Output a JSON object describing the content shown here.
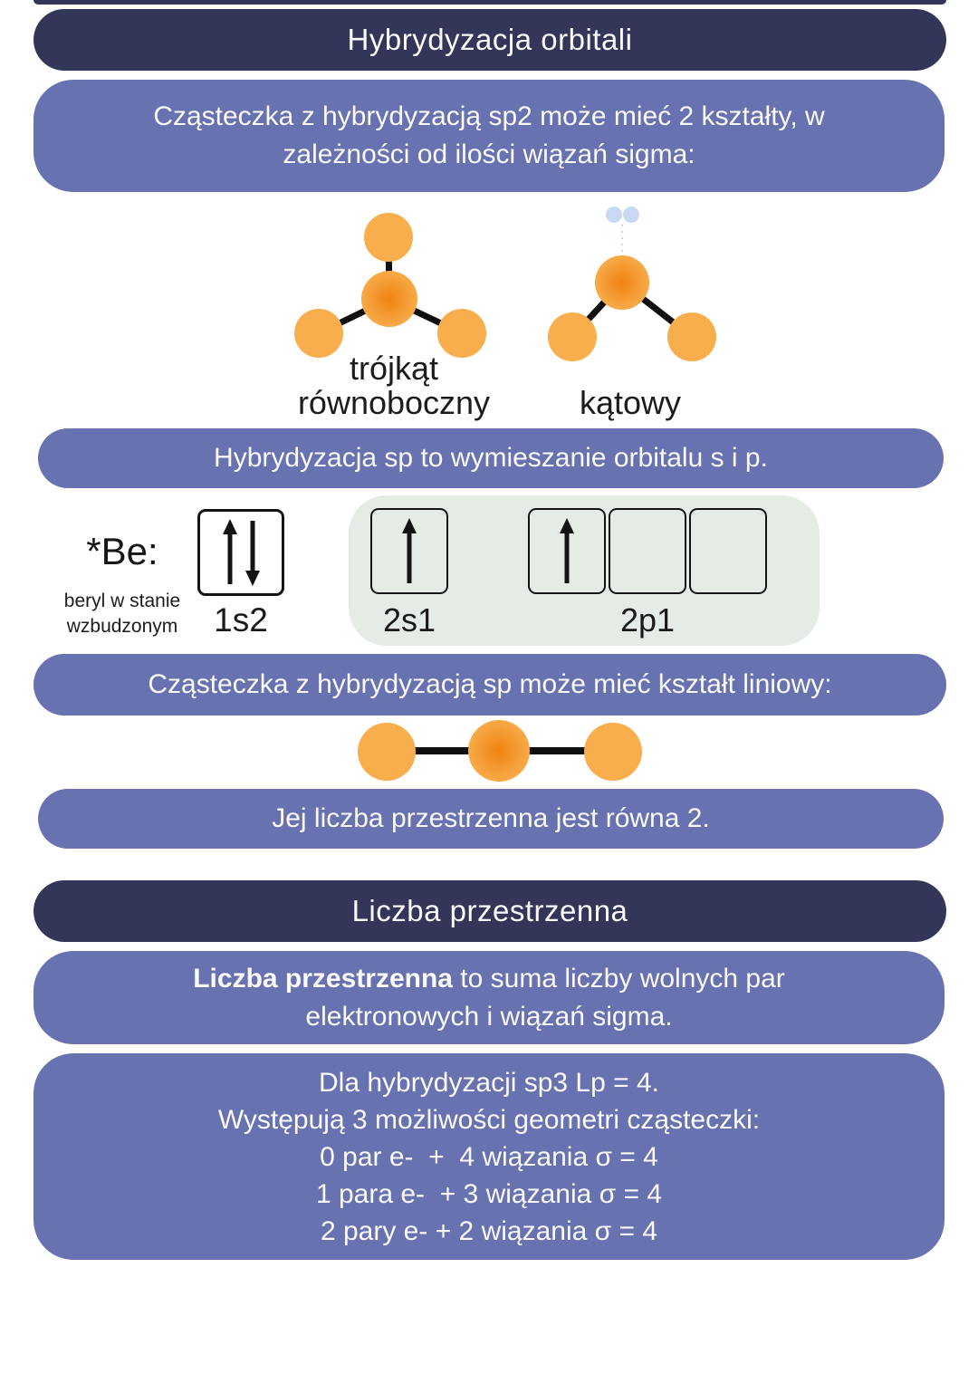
{
  "colors": {
    "dark_navy": "#333659",
    "slate_blue": "#6872b1",
    "orange": "#f9ae4d",
    "orange_core": "#f0830e",
    "lone_pair_blue": "#c9d8f3",
    "pale_green": "#e5ece6",
    "bond_black": "#0f0f0f",
    "text_white": "#fafafa",
    "text_black": "#1c1c1c"
  },
  "hybridization": {
    "title": "Hybrydyzacja orbitali",
    "sp2_note": "Cząsteczka z hybrydyzacją sp2 może mieć 2 kształty, w\nzależności od ilości wiązań sigma:",
    "trigonal_label": "trójkąt\nrównoboczny",
    "bent_label": "kątowy",
    "sp_note": "Hybrydyzacja sp to wymieszanie orbitalu s i p.",
    "orbitals": {
      "element": "*Be:",
      "element_caption": "beryl w stanie\nwzbudzonym",
      "label_1s": "1s2",
      "label_2s": "2s1",
      "label_2p": "2p1"
    },
    "linear_note": "Cząsteczka z hybrydyzacją sp może mieć kształt liniowy:",
    "space_note": "Jej liczba przestrzenna jest równa 2."
  },
  "space_number": {
    "title": "Liczba przestrzenna",
    "definition_bold": "Liczba przestrzenna",
    "definition_line1_rest": " to suma liczby wolnych par",
    "definition_line2": "elektronowych i wiązań sigma.",
    "detail_lines": [
      "Dla hybrydyzacji sp3 Lp = 4.",
      "Występują 3 możliwości geometri cząsteczki:",
      "0 par e-  +  4 wiązania σ = 4",
      "1 para e-  + 3 wiązania σ = 4",
      "2 pary e- + 2 wiązania σ = 4"
    ]
  },
  "icons": {
    "paired_electrons": "↑↓",
    "single_electron": "↑"
  }
}
